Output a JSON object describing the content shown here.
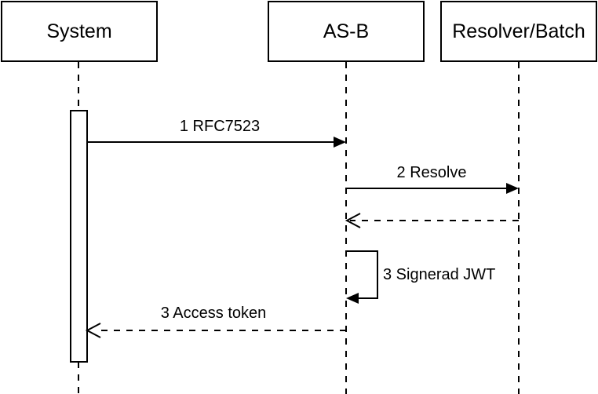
{
  "diagram": {
    "type": "sequence-diagram",
    "colors": {
      "stroke": "#000000",
      "fill": "#ffffff",
      "background": "#ffffff"
    },
    "actors": [
      {
        "id": "system",
        "label": "System"
      },
      {
        "id": "as-b",
        "label": "AS-B"
      },
      {
        "id": "resolver-batch",
        "label": "Resolver/Batch"
      }
    ],
    "messages": [
      {
        "label": "1 RFC7523",
        "from": "System",
        "to": "AS-B",
        "style": "solid-arrow"
      },
      {
        "label": "2 Resolve",
        "from": "AS-B",
        "to": "Resolver/Batch",
        "style": "solid-arrow"
      },
      {
        "label": "",
        "from": "Resolver/Batch",
        "to": "AS-B",
        "style": "dashed-return"
      },
      {
        "label": "3 Signerad JWT",
        "from": "AS-B",
        "to": "AS-B",
        "style": "self-message"
      },
      {
        "label": "3 Access token",
        "from": "AS-B",
        "to": "System",
        "style": "dashed-return"
      }
    ]
  }
}
